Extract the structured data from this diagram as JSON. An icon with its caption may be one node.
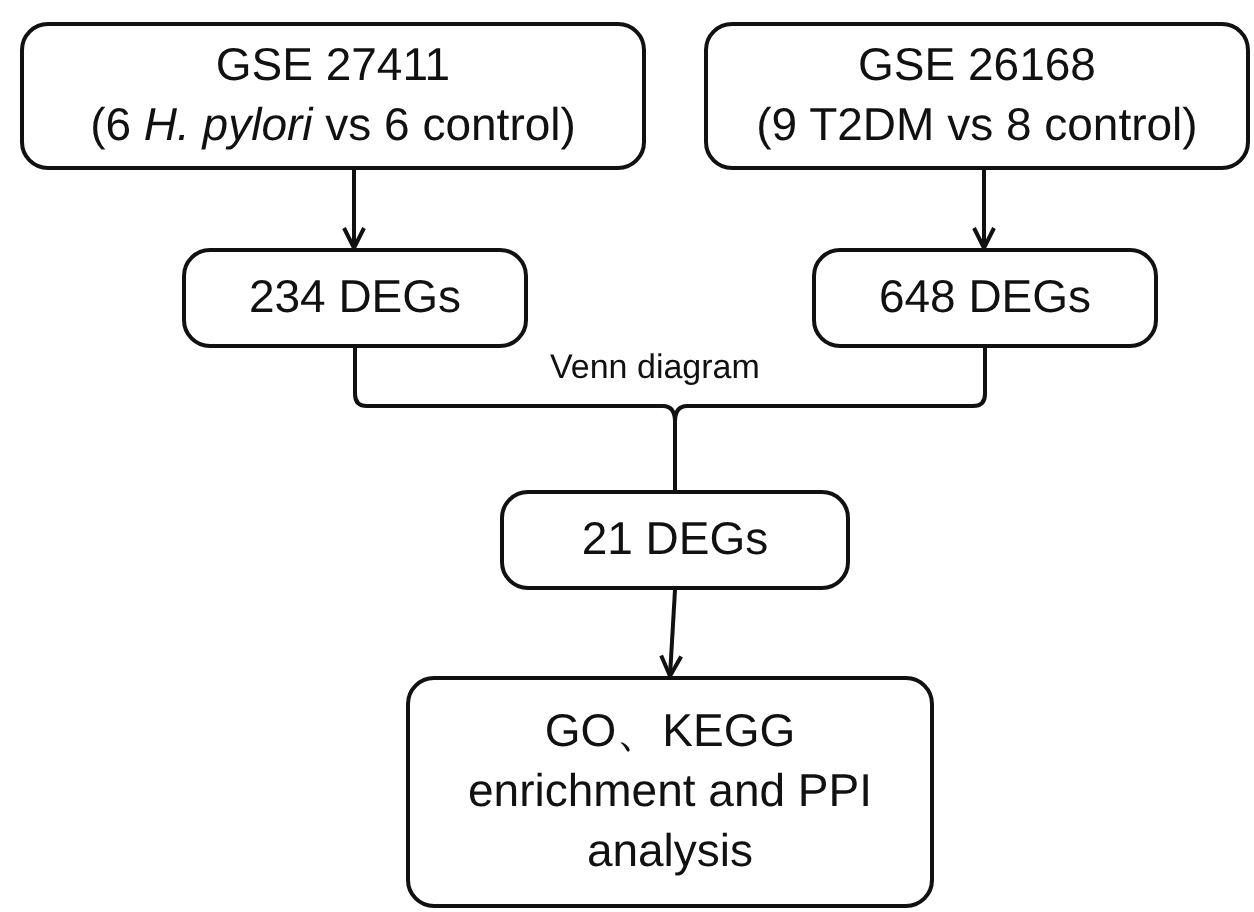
{
  "diagram": {
    "nodes": [
      {
        "text": [
          "GSE 27411",
          "(6 *H. pylori* vs 6 control)"
        ]
      },
      {
        "text": [
          "GSE 26168",
          "(9 T2DM vs 8 control)"
        ]
      },
      {
        "text": [
          "234 DEGs"
        ]
      },
      {
        "text": [
          "648 DEGs"
        ]
      },
      {
        "text": [
          "21 DEGs"
        ]
      },
      {
        "text": [
          "GO、KEGG enrichment and PPI analysis"
        ]
      }
    ],
    "edges": [
      {
        "from": 0,
        "to": 2,
        "arrow": "to"
      },
      {
        "from": 1,
        "to": 3,
        "arrow": "to"
      },
      {
        "from": 2,
        "to": 4,
        "arrow": "none",
        "label": "Venn diagram"
      },
      {
        "from": 3,
        "to": 4,
        "arrow": "none"
      },
      {
        "from": 4,
        "to": 5,
        "arrow": "to"
      }
    ]
  }
}
